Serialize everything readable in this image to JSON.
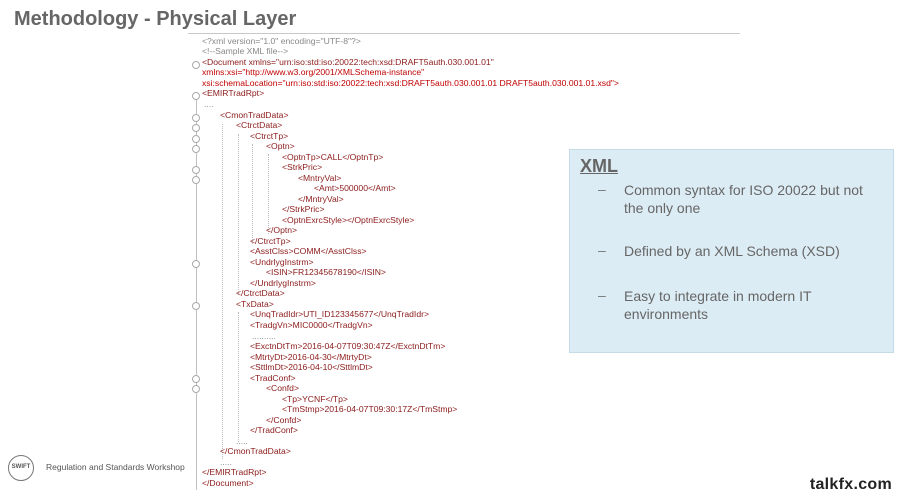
{
  "title": "Methodology - Physical Layer",
  "xml_code": {
    "declaration": "<?xml version=\"1.0\" encoding=\"UTF-8\"?>",
    "comment": "<!--Sample XML file-->",
    "document_open": "<Document xmlns=\"urn:iso:std:iso:20022:tech:xsd:DRAFT5auth.030.001.01\"",
    "xmlns_xsi": "xmlns:xsi=\"http://www.w3.org/2001/XMLSchema-instance\"",
    "schema_location": "xsi:schemaLocation=\"urn:iso:std:iso:20022:tech:xsd:DRAFT5auth.030.001.01 DRAFT5auth.030.001.01.xsd\">",
    "emir_open": "<EMIRTradRpt>",
    "ellipsis1": "....",
    "cmon_open": "<CmonTradData>",
    "ctrct_open": "<CtrctData>",
    "ctrcttp_open": "<CtrctTp>",
    "optn_open": "<Optn>",
    "optntp": "<OptnTp>CALL</OptnTp>",
    "strkpric_open": "<StrkPric>",
    "mntryval_open": "<MntryVal>",
    "amt": "<Amt>500000</Amt>",
    "mntryval_close": "</MntryVal>",
    "strkpric_close": "</StrkPric>",
    "optnexrc": "<OptnExrcStyle></OptnExrcStyle>",
    "optn_close": "</Optn>",
    "ctrcttp_close": "</CtrctTp>",
    "asstclss": "<AsstClss>COMM</AsstClss>",
    "undrlyg_open": "<UndrlygInstrm>",
    "isin": "<ISIN>FR12345678190</ISIN>",
    "undrlyg_close": "</UndrlygInstrm>",
    "ctrct_close": "</CtrctData>",
    "txdata_open": "<TxData>",
    "unqtradidr": "<UnqTradIdr>UTI_ID123345677</UnqTradIdr>",
    "tradgvn": "<TradgVn>MIC0000</TradgVn>",
    "ellipsis2": "..........",
    "exctndttm": "<ExctnDtTm>2016-04-07T09:30:47Z</ExctnDtTm>",
    "mtrtydt": "<MtrtyDt>2016-04-30</MtrtyDt>",
    "sttlmdt": "<SttlmDt>2016-04-10</SttlmDt>",
    "tradconf_open": "<TradConf>",
    "confd_open": "<Confd>",
    "tp": "<Tp>YCNF</Tp>",
    "tmstmp": "<TmStmp>2016-04-07T09:30:17Z</TmStmp>",
    "confd_close": "</Confd>",
    "tradconf_close": "</TradConf>",
    "ellipsis3": ".....",
    "cmon_close": "</CmonTradData>",
    "ellipsis4": ".....",
    "emir_close": "</EMIRTradRpt>",
    "document_close": "</Document>"
  },
  "info_box": {
    "heading": "XML",
    "dash": "–",
    "bullets": [
      "Common syntax for ISO 20022 but not the only one",
      "Defined by an XML Schema (XSD)",
      "Easy to integrate in modern IT environments"
    ]
  },
  "footer": {
    "logo_text": "SWIFT",
    "label": "Regulation and Standards Workshop"
  },
  "watermark": "talkfx.com"
}
